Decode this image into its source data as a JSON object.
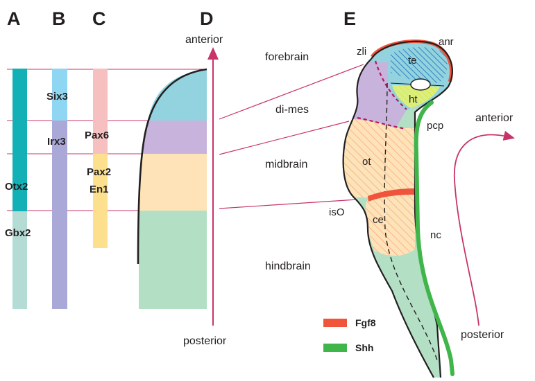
{
  "panels": {
    "a": "A",
    "b": "B",
    "c": "C",
    "d": "D",
    "e": "E"
  },
  "genes": {
    "six3": "Six3",
    "irx3": "Irx3",
    "pax6": "Pax6",
    "pax2": "Pax2",
    "en1": "En1",
    "otx2": "Otx2",
    "gbx2": "Gbx2"
  },
  "axis": {
    "anterior": "anterior",
    "posterior": "posterior"
  },
  "regions": {
    "forebrain": "forebrain",
    "di_mes": "di-mes",
    "midbrain": "midbrain",
    "hindbrain": "hindbrain"
  },
  "structures": {
    "zli": "zli",
    "anr": "anr",
    "te": "te",
    "ht": "ht",
    "pcp": "pcp",
    "ot": "ot",
    "iso": "isO",
    "ce": "ce",
    "nc": "nc"
  },
  "legend": [
    {
      "label": "Fgf8",
      "color": "#f0553c"
    },
    {
      "label": "Shh",
      "color": "#3fb54a"
    }
  ],
  "colors": {
    "otx2": "#13b1b5",
    "gbx2": "#b4dcd4",
    "six3": "#8fd6f2",
    "irx3": "#aaa8d6",
    "pax6": "#f7c0c0",
    "pax2": "#fde08e",
    "forebrain": "#92d3df",
    "dimes": "#c7b3db",
    "midbrain": "#fde3b7",
    "hindbrain": "#b3dfc5",
    "axis": "#c8336a"
  }
}
